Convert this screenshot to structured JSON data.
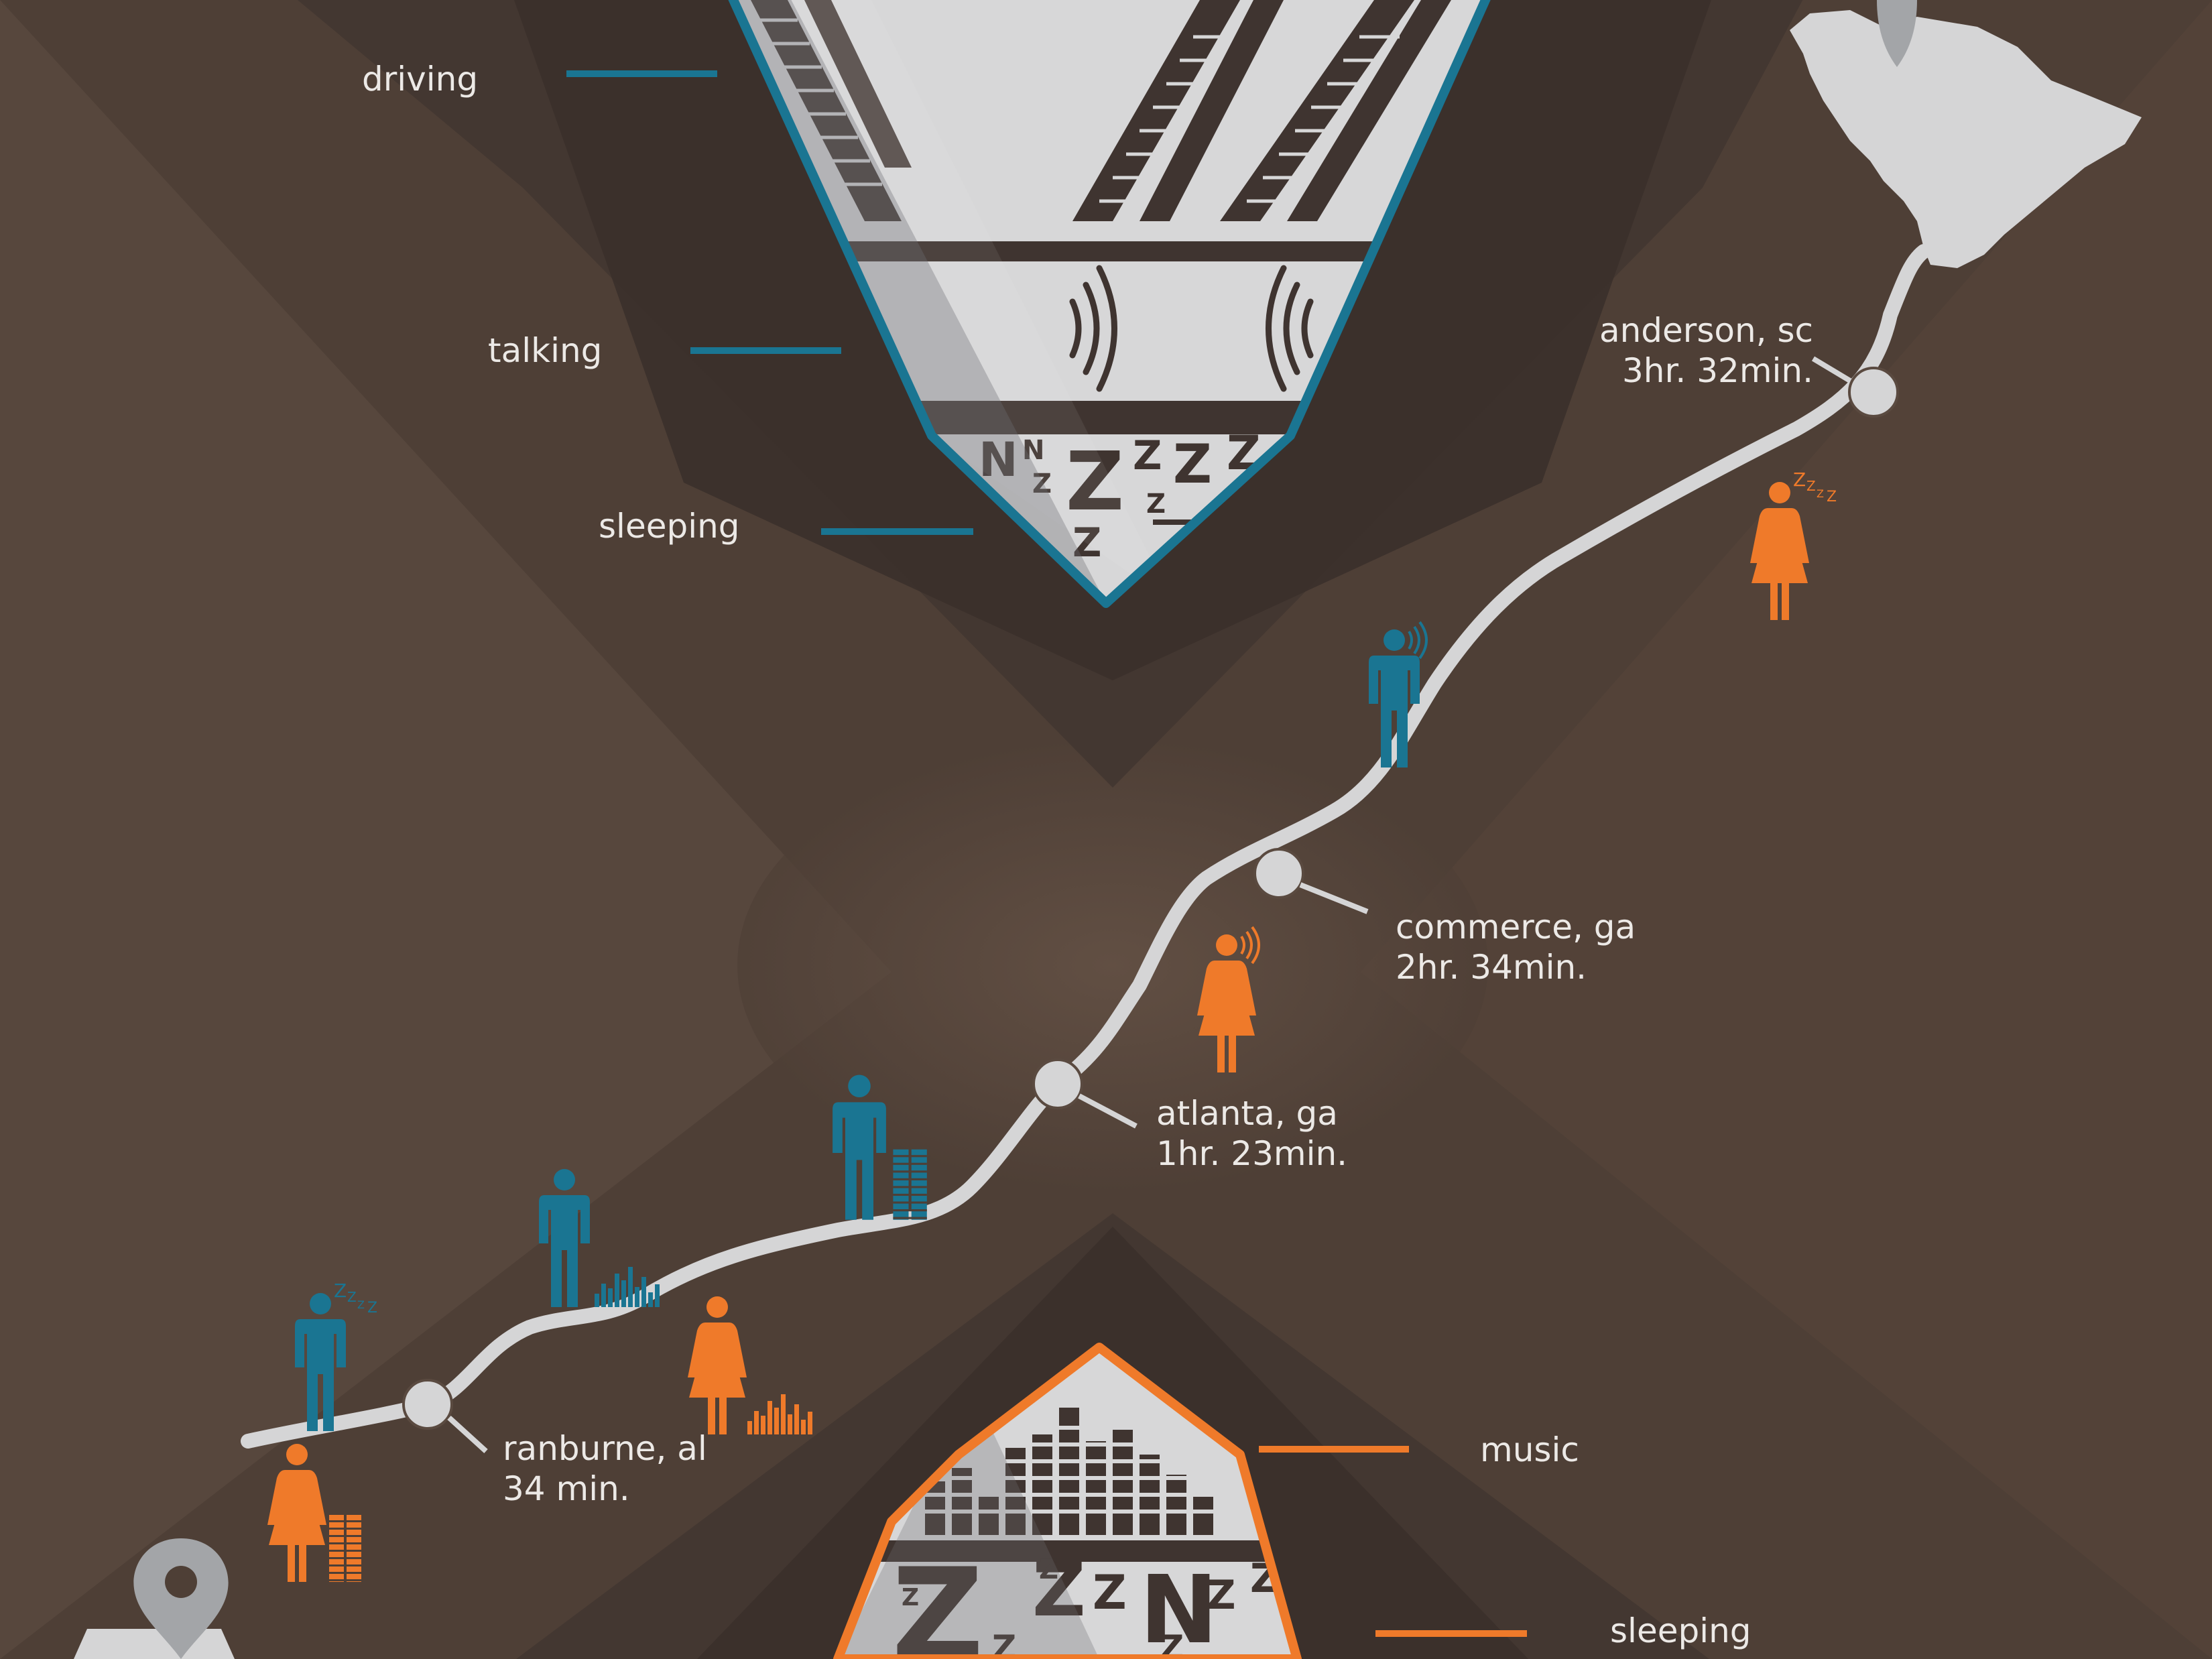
{
  "colors": {
    "background": "#4e3f36",
    "blue": "#1a7592",
    "orange": "#ef7a2a",
    "road": "#d5d5d6",
    "panel_light": "#d7d7d8",
    "panel_gray": "#a3a5a8",
    "panel_dark": "#3f3430"
  },
  "top_legend": {
    "items": [
      {
        "label": "driving",
        "icon": "tire-tracks-icon"
      },
      {
        "label": "talking",
        "icon": "sound-waves-icon"
      },
      {
        "label": "sleeping",
        "icon": "zzz-icon"
      }
    ]
  },
  "bottom_legend": {
    "items": [
      {
        "label": "music",
        "icon": "equalizer-bars-icon"
      },
      {
        "label": "sleeping",
        "icon": "zzz-icon"
      }
    ]
  },
  "stops": [
    {
      "place": "anderson, sc",
      "time": "3hr. 32min."
    },
    {
      "place": "commerce, ga",
      "time": "2hr. 34min."
    },
    {
      "place": "atlanta, ga",
      "time": "1hr. 23min."
    },
    {
      "place": "ranburne, al",
      "time": "34 min."
    }
  ],
  "travelers": [
    {
      "figure": "female",
      "color": "orange",
      "activity": "sleeping"
    },
    {
      "figure": "male",
      "color": "blue",
      "activity": "talking"
    },
    {
      "figure": "female",
      "color": "orange",
      "activity": "talking"
    },
    {
      "figure": "male",
      "color": "blue",
      "activity": "driving"
    },
    {
      "figure": "male",
      "color": "blue",
      "activity": "music"
    },
    {
      "figure": "female",
      "color": "orange",
      "activity": "music"
    },
    {
      "figure": "male",
      "color": "blue",
      "activity": "sleeping"
    },
    {
      "figure": "female",
      "color": "orange",
      "activity": "driving"
    }
  ],
  "icons": {
    "start": "map-pin-icon",
    "end": "map-pin-icon",
    "destination_state": "south-carolina-silhouette-icon"
  }
}
